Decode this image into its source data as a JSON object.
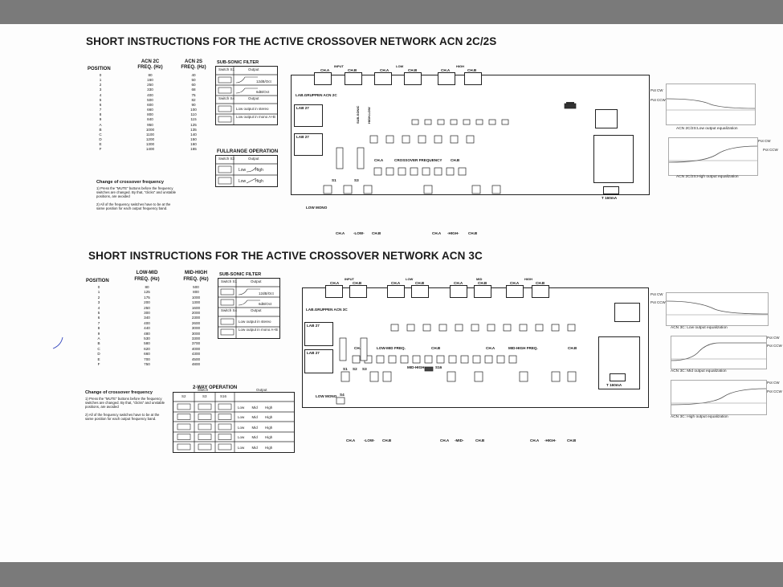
{
  "section1": {
    "title": "SHORT INSTRUCTIONS FOR THE ACTIVE CROSSOVER NETWORK ACN 2C/2S",
    "position_header": "POSITION",
    "col_a_header": [
      "ACN 2C",
      "FREQ. (Hz)"
    ],
    "col_b_header": [
      "ACN 2S",
      "FREQ. (Hz)"
    ],
    "positions": [
      "0",
      "1",
      "2",
      "3",
      "4",
      "5",
      "6",
      "7",
      "8",
      "9",
      "A",
      "B",
      "C",
      "D",
      "E",
      "F"
    ],
    "col_a": [
      "80",
      "160",
      "250",
      "330",
      "400",
      "500",
      "600",
      "660",
      "800",
      "840",
      "950",
      "1000",
      "1100",
      "1200",
      "1300",
      "1400"
    ],
    "col_b": [
      "40",
      "50",
      "60",
      "68",
      "75",
      "82",
      "90",
      "100",
      "110",
      "115",
      "125",
      "135",
      "140",
      "150",
      "160",
      "165"
    ],
    "subsonic_title": "SUB-SONIC FILTER",
    "subsonic_rows": [
      {
        "switch": "Switch S1",
        "output": "Output"
      },
      {
        "switch": "",
        "output": "12dB/Oct"
      },
      {
        "switch": "",
        "output": "6dB/Oct"
      },
      {
        "switch": "Switch S4",
        "output": "Output"
      },
      {
        "switch": "",
        "output": "Low output in stereo"
      },
      {
        "switch": "",
        "output": "Low output in mono A+B"
      }
    ],
    "fullrange_title": "FULLRANGE OPERATION",
    "fullrange_rows": [
      {
        "switch": "Switch S3",
        "output": "Output"
      },
      {
        "switch": "",
        "output": "Low   High"
      },
      {
        "switch": "",
        "output": "Low   High"
      }
    ],
    "change_title": "Change of crossover frequency",
    "change_note1": "1) Press the \"MUTE\" buttons before the frequency switches are changed. By that, \"clicks\" and unstable positions, are avoided",
    "change_note2": "2) All of the frequency switches have to be at the same position for each output frequency band.",
    "pcb_labels": {
      "input": "INPUT",
      "low": "LOW",
      "high": "HIGH",
      "ch_a": "CH.A",
      "ch_b": "CH.B",
      "brand": "LAB.GRUPPEN ACN 2C",
      "lab27a": "LAB 27",
      "lab27b": "LAB 27",
      "crossover_freq": "CROSSOVER FREQUENCY",
      "low_mono": "LOW MONO",
      "fuse": "T 160mA",
      "sub_sonic": "SUB-SONIC",
      "high_low": "HIGH-LOW",
      "bottom_labels": [
        "CH.A",
        "-LOW-",
        "CH.B",
        "CH.A",
        "-HIGH-",
        "CH.B"
      ],
      "switches": [
        "S1",
        "S3"
      ]
    },
    "graphs": [
      {
        "caption": "ACN 2C/2S:Low output equalization",
        "labels": [
          "Pot CW",
          "Pot CCW"
        ]
      },
      {
        "caption": "ACN 2C/2S:High output equalization",
        "labels": [
          "Pot CW",
          "Pot CCW"
        ]
      }
    ]
  },
  "section2": {
    "title": "SHORT INSTRUCTIONS FOR THE ACTIVE CROSSOVER NETWORK ACN 3C",
    "position_header": "POSITION",
    "col_a_header": [
      "LOW-MID",
      "FREQ. (Hz)"
    ],
    "col_b_header": [
      "MID-HIGH",
      "FREQ. (Hz)"
    ],
    "positions": [
      "0",
      "1",
      "2",
      "3",
      "4",
      "5",
      "6",
      "7",
      "8",
      "9",
      "A",
      "B",
      "C",
      "D",
      "E",
      "F"
    ],
    "col_a": [
      "80",
      "125",
      "175",
      "200",
      "250",
      "300",
      "340",
      "400",
      "440",
      "480",
      "530",
      "580",
      "620",
      "660",
      "700",
      "750"
    ],
    "col_b": [
      "500",
      "800",
      "1000",
      "1300",
      "1600",
      "2000",
      "2300",
      "2600",
      "3000",
      "3000",
      "3300",
      "3700",
      "4000",
      "4300",
      "4500",
      "4800"
    ],
    "subsonic_title": "SUB-SONIC FILTER",
    "subsonic_rows": [
      {
        "switch": "Switch S1",
        "output": "Output"
      },
      {
        "switch": "",
        "output": "12dB/Oct"
      },
      {
        "switch": "",
        "output": "6dB/Oct"
      },
      {
        "switch": "Switch S4",
        "output": "Output"
      },
      {
        "switch": "",
        "output": "Low output in stereo"
      },
      {
        "switch": "",
        "output": "Low output in mono A+B"
      }
    ],
    "twoway_title": "2-WAY OPERATION",
    "twoway_header": {
      "switch": "Switch",
      "s2": "S2",
      "s3": "S3",
      "s16": "S16",
      "output": "Output"
    },
    "twoway_rows": [
      "Low   Mid   High",
      "Low   Mid   High",
      "Low   Mid   High",
      "Low   Mid   High",
      "Low   Mid   High"
    ],
    "change_title": "Change of crossover frequency",
    "change_note1": "1) Press the \"MUTE\" buttons before the frequency switches are changed. By that, \"clicks\" and unstable positions, are avoided",
    "change_note2": "2) All of the frequency switches have to be at the same position for each output frequency band.",
    "pcb_labels": {
      "input": "INPUT",
      "low": "LOW",
      "mid": "MID",
      "high": "HIGH",
      "ch_a": "CH.A",
      "ch_b": "CH.B",
      "brand": "LAB.GRUPPEN ACN 3C",
      "lab27a": "LAB 27",
      "lab27b": "LAB 27",
      "low_mid_freq": "LOW-MID FREQ.",
      "mid_high_freq": "MID-HIGH FREQ.",
      "mid_high": "MID-HIGH",
      "low_mono": "LOW MONO",
      "fuse": "T 160mA",
      "bottom_labels": [
        "CH.A",
        "-LOW-",
        "CH.B",
        "CH.A",
        "-MID-",
        "CH.B",
        "CH.A",
        "-HIGH-",
        "CH.B"
      ],
      "switches": [
        "S1",
        "S2",
        "S3",
        "S16",
        "S4"
      ]
    },
    "graphs": [
      {
        "caption": "ACN 3C: Low output equalization",
        "labels": [
          "Pot CW",
          "Pot CCW"
        ]
      },
      {
        "caption": "ACN 3C: Mid output equalization",
        "labels": [
          "Pot CW",
          "Pot CCW"
        ]
      },
      {
        "caption": "ACN 3C: High output equalization",
        "labels": [
          "Pot CW",
          "Pot CCW"
        ]
      }
    ]
  }
}
